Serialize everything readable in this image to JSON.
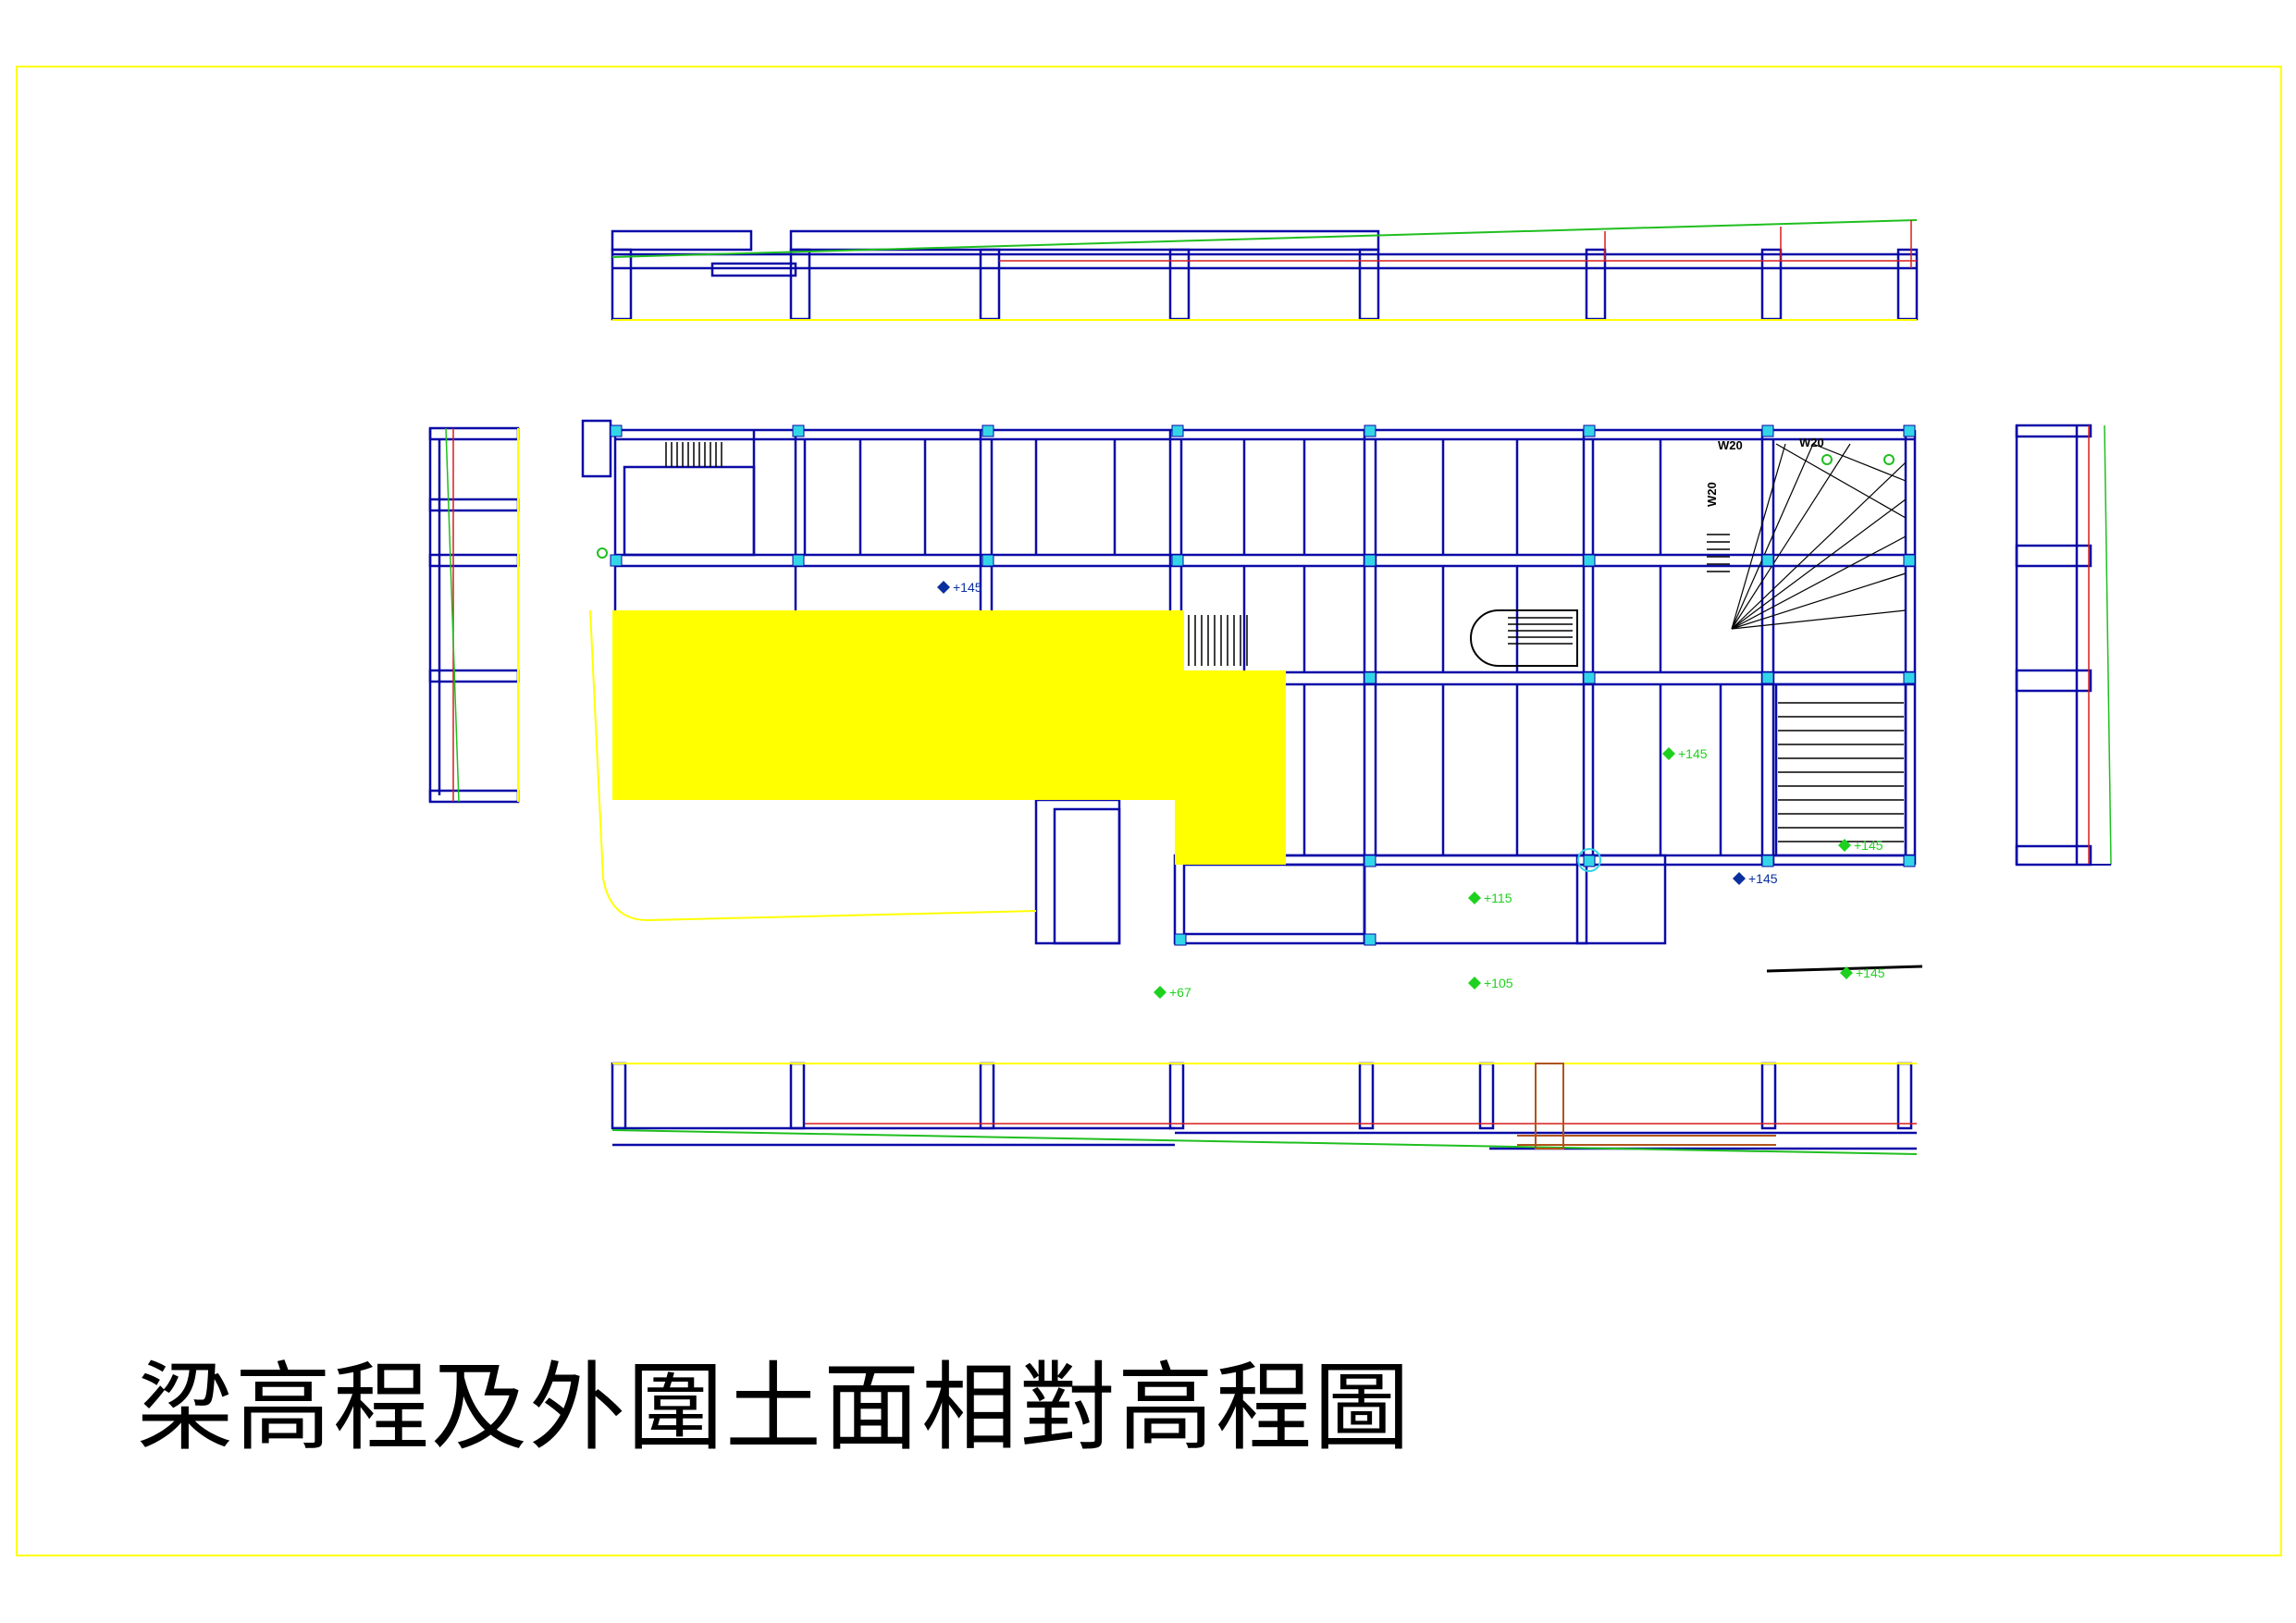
{
  "title": "梁高程及外圍土面相對高程圖",
  "elevation_markers": [
    {
      "id": "m1",
      "text": "+145",
      "color": "blue"
    },
    {
      "id": "m2",
      "text": "+145",
      "color": "green"
    },
    {
      "id": "m3",
      "text": "+145",
      "color": "blue"
    },
    {
      "id": "m4",
      "text": "+145",
      "color": "green"
    },
    {
      "id": "m5",
      "text": "+115",
      "color": "green"
    },
    {
      "id": "m6",
      "text": "+105",
      "color": "green"
    },
    {
      "id": "m7",
      "text": "+67",
      "color": "green"
    },
    {
      "id": "m8",
      "text": "+145",
      "color": "green"
    }
  ],
  "wall_tags": [
    {
      "id": "w1",
      "text": "W20"
    },
    {
      "id": "w2",
      "text": "W20"
    },
    {
      "id": "w3",
      "text": "W20"
    }
  ],
  "colors": {
    "frame": "#ffff00",
    "beam": "#0a0aa8",
    "column": "#33d6e6",
    "elev_line_red": "#d81d1d",
    "elev_line_green": "#1fbf1f",
    "highlight_fill": "#ffff00"
  }
}
